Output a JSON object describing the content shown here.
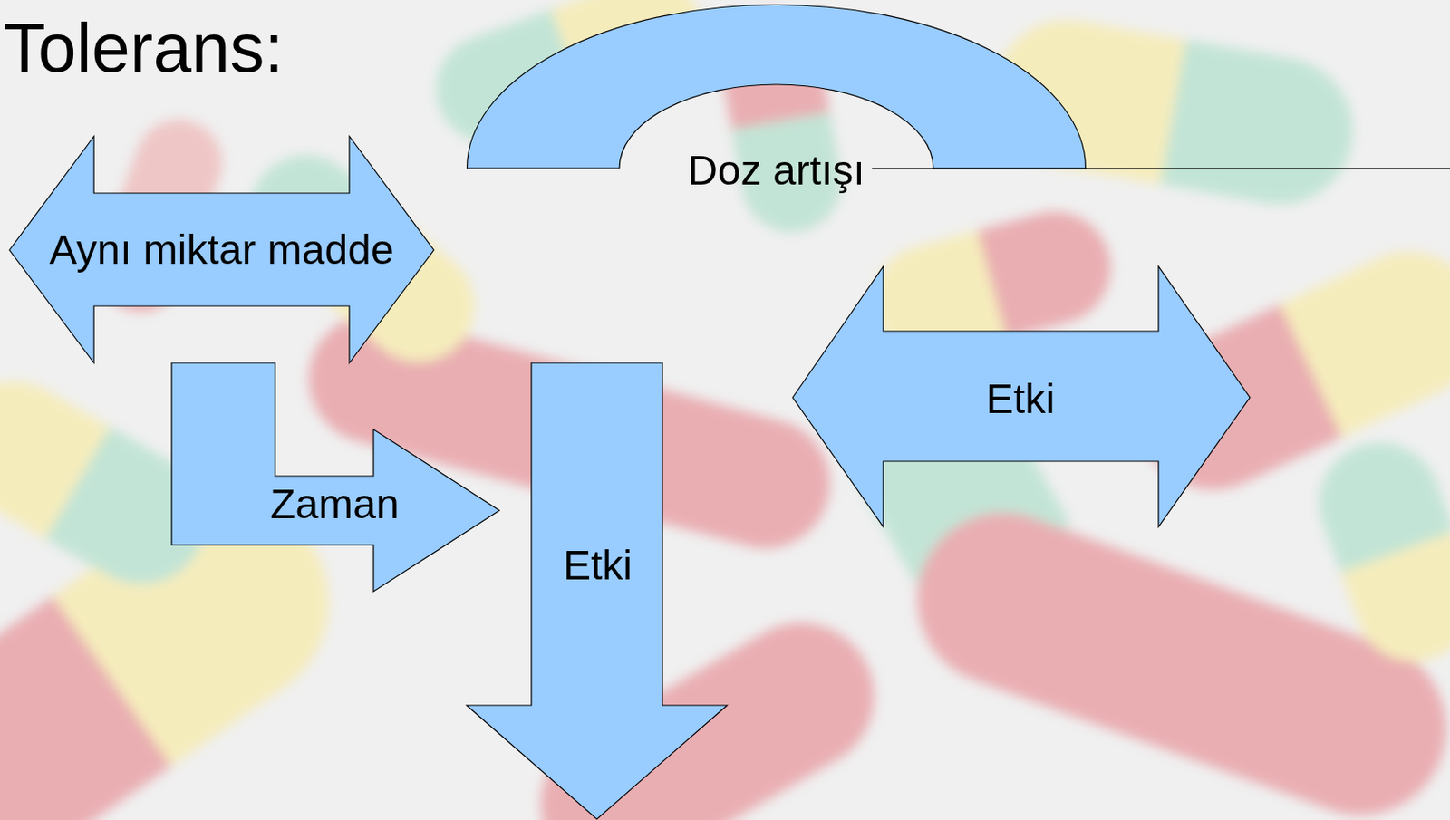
{
  "diagram": {
    "title": "Tolerans:",
    "nodes": [
      {
        "text": [
          "Aynı miktar madde"
        ]
      },
      {
        "text": [
          "Zaman"
        ]
      },
      {
        "text": [
          "Etki"
        ]
      },
      {
        "text": [
          "Doz artışı"
        ]
      },
      {
        "text": [
          "Etki"
        ]
      }
    ]
  }
}
